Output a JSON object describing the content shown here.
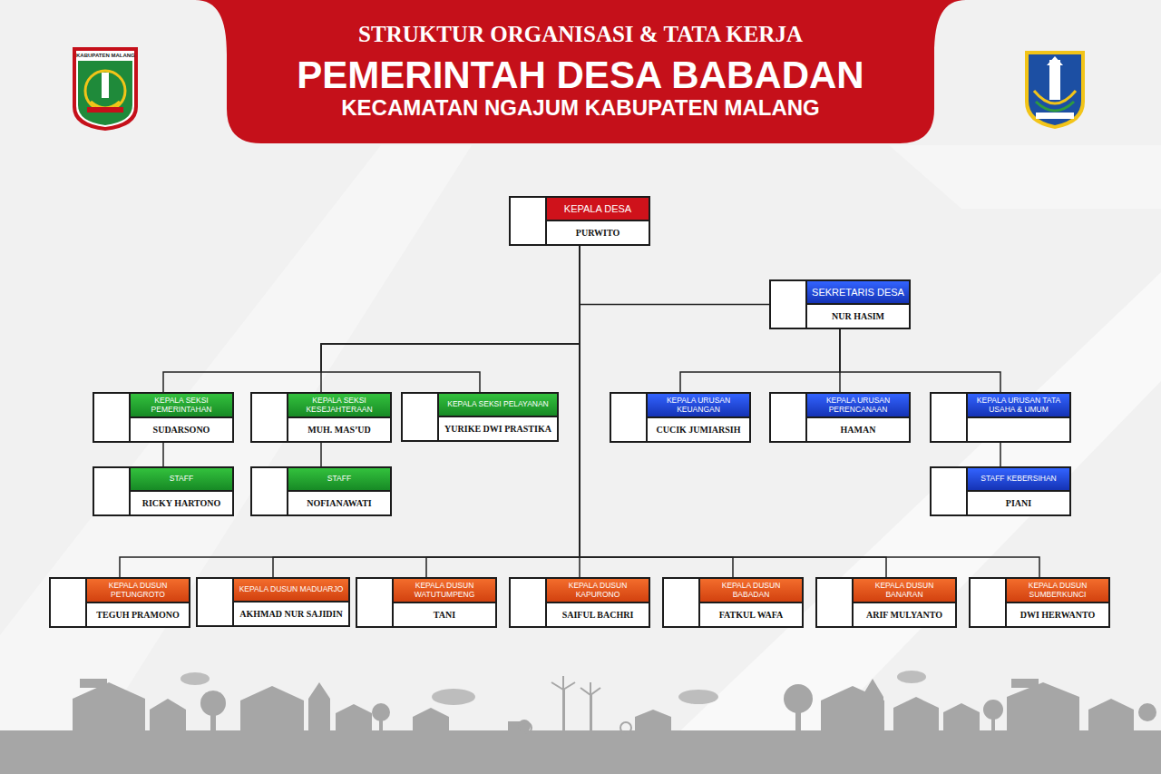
{
  "diagram": {
    "title": "STRUKTUR ORGANISASI & TATA KERJA",
    "nodes": [
      {
        "text": [
          "KEPALA DESA",
          "PURWITO"
        ]
      },
      {
        "text": [
          "SEKRETARIS DESA",
          "NUR HASIM"
        ]
      },
      {
        "text": [
          "KEPALA SEKSI PEMERINTAHAN",
          "SUDARSONO"
        ]
      },
      {
        "text": [
          "KEPALA SEKSI KESEJAHTERAAN",
          "MUH. MAS’UD"
        ]
      },
      {
        "text": [
          "KEPALA SEKSI PELAYANAN",
          "YURIKE DWI PRASTIKA"
        ]
      },
      {
        "text": [
          "KEPALA URUSAN KEUANGAN",
          "CUCIK JUMIARSIH"
        ]
      },
      {
        "text": [
          "KEPALA URUSAN PERENCANAAN",
          "HAMAN"
        ]
      },
      {
        "text": [
          "KEPALA URUSAN TATA USAHA & UMUM"
        ]
      },
      {
        "text": [
          "STAFF",
          "RICKY HARTONO"
        ]
      },
      {
        "text": [
          "STAFF",
          "NOFIANAWATI"
        ]
      },
      {
        "text": [
          "STAFF KEBERSIHAN",
          "PIANI"
        ]
      },
      {
        "text": [
          "KEPALA DUSUN PETUNGROTO",
          "TEGUH PRAMONO"
        ]
      },
      {
        "text": [
          "KEPALA DUSUN MADUARJO",
          "AKHMAD NUR SAJIDIN"
        ]
      },
      {
        "text": [
          "KEPALA DUSUN WATUTUMPENG",
          "TANI"
        ]
      },
      {
        "text": [
          "KEPALA DUSUN KAPURONO",
          "SAIFUL BACHRI"
        ]
      },
      {
        "text": [
          "KEPALA DUSUN BABADAN",
          "FATKUL WAFA"
        ]
      },
      {
        "text": [
          "KEPALA DUSUN BANARAN",
          "ARIF MULYANTO"
        ]
      },
      {
        "text": [
          "KEPALA DUSUN SUMBERKUNCI",
          "DWI HERWANTO"
        ]
      }
    ],
    "edges": [
      {
        "from": 0,
        "to": 1,
        "arrow": "none"
      },
      {
        "from": 0,
        "to": 2,
        "arrow": "none"
      },
      {
        "from": 0,
        "to": 3,
        "arrow": "none"
      },
      {
        "from": 0,
        "to": 4,
        "arrow": "none"
      },
      {
        "from": 1,
        "to": 5,
        "arrow": "none"
      },
      {
        "from": 1,
        "to": 6,
        "arrow": "none"
      },
      {
        "from": 1,
        "to": 7,
        "arrow": "none"
      },
      {
        "from": 2,
        "to": 8,
        "arrow": "none"
      },
      {
        "from": 3,
        "to": 9,
        "arrow": "none"
      },
      {
        "from": 7,
        "to": 10,
        "arrow": "none"
      },
      {
        "from": 0,
        "to": 11,
        "arrow": "none"
      },
      {
        "from": 0,
        "to": 12,
        "arrow": "none"
      },
      {
        "from": 0,
        "to": 13,
        "arrow": "none"
      },
      {
        "from": 0,
        "to": 14,
        "arrow": "none"
      },
      {
        "from": 0,
        "to": 15,
        "arrow": "none"
      },
      {
        "from": 0,
        "to": 16,
        "arrow": "none"
      },
      {
        "from": 0,
        "to": 17,
        "arrow": "none"
      }
    ],
    "labels": [
      "PEMERINTAH DESA BABADAN",
      "KECAMATAN NGAJUM KABUPATEN MALANG",
      "KABUPATEN MALANG"
    ]
  }
}
